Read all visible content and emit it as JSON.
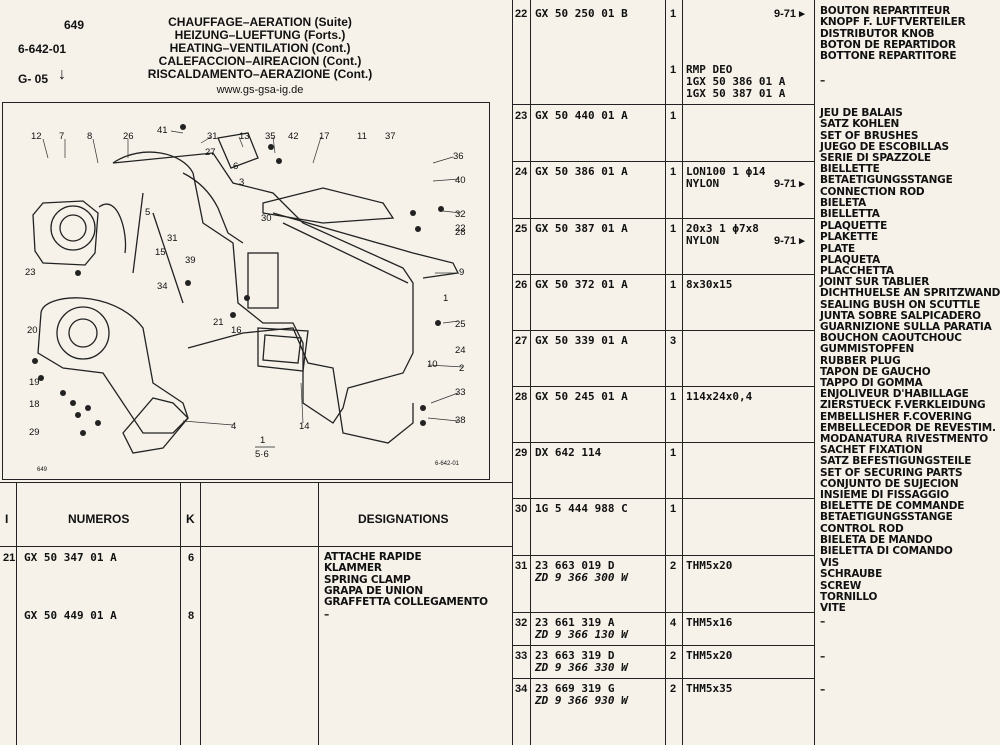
{
  "header": {
    "page_number": "649",
    "section_code": "6-642-01",
    "group_code": "G- 05",
    "titles": [
      "CHAUFFAGE–AERATION (Suite)",
      "HEIZUNG–LUEFTUNG (Forts.)",
      "HEATING–VENTILATION (Cont.)",
      "CALEFACCION–AIREACION (Cont.)",
      "RISCALDAMENTO–AERAZIONE (Cont.)"
    ],
    "website": "www.gs-gsa-ig.de"
  },
  "diagram": {
    "labels": [
      "12",
      "7",
      "8",
      "26",
      "41",
      "31",
      "13",
      "35",
      "42",
      "17",
      "11",
      "37",
      "36",
      "27",
      "6",
      "3",
      "40",
      "5",
      "32",
      "22",
      "30",
      "28",
      "31",
      "15",
      "39",
      "34",
      "23",
      "9",
      "1",
      "21",
      "16",
      "25",
      "24",
      "20",
      "19",
      "18",
      "29",
      "10",
      "2",
      "33",
      "38",
      "4",
      "14"
    ],
    "scale_fraction_top": "1",
    "scale_fraction_bottom": "5·6",
    "plate_number": "649",
    "plate_code": "6-642-01"
  },
  "left_table": {
    "headers": {
      "index": "I",
      "numeros": "NUMEROS",
      "k": "K",
      "designations": "DESIGNATIONS"
    },
    "rows": [
      {
        "index": "21",
        "part": "GX 50 347 01 A",
        "qty": "6",
        "desc": [
          "ATTACHE RAPIDE",
          "KLAMMER",
          "SPRING CLAMP",
          "GRAPA DE UNION",
          "GRAFFETTA COLLEGAMENTO"
        ]
      },
      {
        "index": "",
        "part": "GX 50 449 01 A",
        "qty": "8",
        "desc": [
          "–"
        ]
      }
    ]
  },
  "right_table": {
    "rows": [
      {
        "index": "22",
        "part": [
          "GX 50 250 01 B"
        ],
        "qty": "1",
        "spec": [],
        "ref": "9-71 ▸",
        "desc": [
          "BOUTON REPARTITEUR",
          "KNOPF F. LUFTVERTEILER",
          "DISTRIBUTOR KNOB",
          "BOTON DE REPARTIDOR",
          "BOTTONE REPARTITORE"
        ]
      },
      {
        "index": "",
        "part": [],
        "qty": "1",
        "spec": [
          "RMP DEO",
          "1GX 50 386 01 A",
          "1GX 50 387 01 A"
        ],
        "ref": "",
        "desc": [
          "–"
        ]
      },
      {
        "index": "23",
        "part": [
          "GX 50 440 01 A"
        ],
        "qty": "1",
        "spec": [],
        "ref": "",
        "desc": [
          "JEU DE BALAIS",
          "SATZ KOHLEN",
          "SET OF BRUSHES",
          "JUEGO DE ESCOBILLAS",
          "SERIE DI SPAZZOLE"
        ]
      },
      {
        "index": "24",
        "part": [
          "GX 50 386 01 A"
        ],
        "qty": "1",
        "spec": [
          "LON100 1 ϕ14",
          "NYLON"
        ],
        "ref": "9-71 ▸",
        "desc": [
          "BIELLETTE",
          "BETAETIGUNGSSTANGE",
          "CONNECTION ROD",
          "BIELETA",
          "BIELLETTA"
        ]
      },
      {
        "index": "25",
        "part": [
          "GX 50 387 01 A"
        ],
        "qty": "1",
        "spec": [
          "20x3 1 ϕ7x8",
          "NYLON"
        ],
        "ref": "9-71 ▸",
        "desc": [
          "PLAQUETTE",
          "PLAKETTE",
          "PLATE",
          "PLAQUETA",
          "PLACCHETTA"
        ]
      },
      {
        "index": "26",
        "part": [
          "GX 50 372 01 A"
        ],
        "qty": "1",
        "spec": [
          "8x30x15"
        ],
        "ref": "",
        "desc": [
          "JOINT SUR TABLIER",
          "DICHTHUELSE AN SPRITZWAND",
          "SEALING BUSH ON SCUTTLE",
          "JUNTA SOBRE SALPICADERO",
          "GUARNIZIONE SULLA PARATIA"
        ]
      },
      {
        "index": "27",
        "part": [
          "GX 50 339 01 A"
        ],
        "qty": "3",
        "spec": [],
        "ref": "",
        "desc": [
          "BOUCHON CAOUTCHOUC",
          "GUMMISTOPFEN",
          "RUBBER PLUG",
          "TAPON DE GAUCHO",
          "TAPPO DI GOMMA"
        ]
      },
      {
        "index": "28",
        "part": [
          "GX 50 245 01 A"
        ],
        "qty": "1",
        "spec": [
          "114x24x0,4"
        ],
        "ref": "",
        "desc": [
          "ENJOLIVEUR D'HABILLAGE",
          "ZIERSTUECK F.VERKLEIDUNG",
          "EMBELLISHER F.COVERING",
          "EMBELLECEDOR DE REVESTIM.",
          "MODANATURA RIVESTMENTO"
        ]
      },
      {
        "index": "29",
        "part": [
          "DX 642 114"
        ],
        "qty": "1",
        "spec": [],
        "ref": "",
        "desc": [
          "SACHET FIXATION",
          "SATZ BEFESTIGUNGSTEILE",
          "SET OF SECURING PARTS",
          "CONJUNTO DE SUJECION",
          "INSIEME DI FISSAGGIO"
        ]
      },
      {
        "index": "30",
        "part": [
          "1G 5 444 988 C"
        ],
        "qty": "1",
        "spec": [],
        "ref": "",
        "desc": [
          "BIELETTE DE COMMANDE",
          "BETAETIGUNGSSTANGE",
          "CONTROL ROD",
          "BIELETA DE MANDO",
          "BIELETTA DI COMANDO"
        ]
      },
      {
        "index": "31",
        "part": [
          "23 663 019 D",
          "ZD 9 366 300 W"
        ],
        "qty": "2",
        "spec": [
          "THM5x20"
        ],
        "ref": "",
        "desc": [
          "VIS",
          "SCHRAUBE",
          "SCREW",
          "TORNILLO",
          "VITE"
        ]
      },
      {
        "index": "32",
        "part": [
          "23 661 319 A",
          "ZD 9 366 130 W"
        ],
        "qty": "4",
        "spec": [
          "THM5x16"
        ],
        "ref": "",
        "desc": [
          "–"
        ]
      },
      {
        "index": "33",
        "part": [
          "23 663 319 D",
          "ZD 9 366 330 W"
        ],
        "qty": "2",
        "spec": [
          "THM5x20"
        ],
        "ref": "",
        "desc": [
          "–"
        ]
      },
      {
        "index": "34",
        "part": [
          "23 669 319 G",
          "ZD 9 366 930 W"
        ],
        "qty": "2",
        "spec": [
          "THM5x35"
        ],
        "ref": "",
        "desc": [
          "–"
        ]
      }
    ]
  }
}
